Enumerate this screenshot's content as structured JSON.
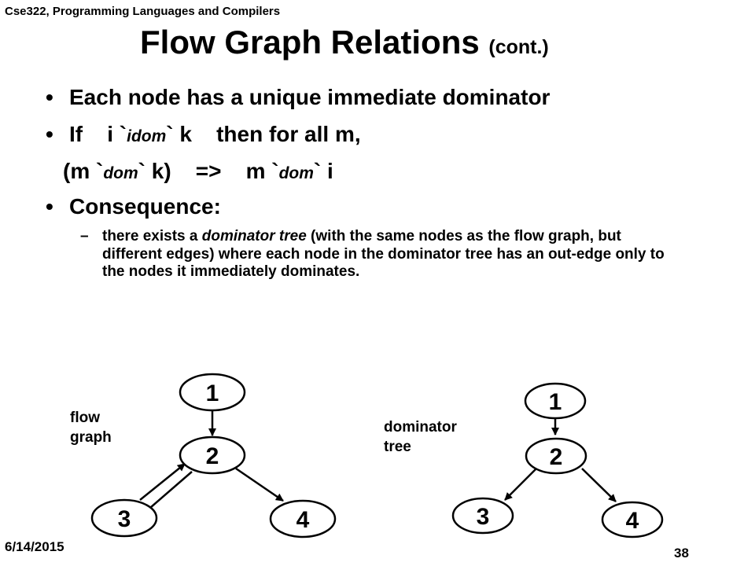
{
  "header": {
    "course": "Cse322, Programming Languages and Compilers"
  },
  "title": {
    "main": "Flow Graph Relations",
    "sub": "(cont.)"
  },
  "bullets": {
    "b1": "Each node has a unique  immediate dominator",
    "b2_prefix": "If    i `",
    "b2_rel": "idom",
    "b2_suffix": "` k    then for all m,",
    "b3_a": "(m `",
    "b3_rel1": "dom",
    "b3_b": "` k)    =>    m `",
    "b3_rel2": "dom",
    "b3_c": "` i",
    "b4": "Consequence:",
    "marker": "•",
    "sub_dash": "–",
    "sub_a": "there exists a ",
    "sub_italic": "dominator tree",
    "sub_b": "  (with the same nodes as the flow graph, but different edges) where each node in the dominator tree has an out-edge  only to the nodes it immediately dominates."
  },
  "flow_graph": {
    "label_line1": "flow",
    "label_line2": "graph",
    "nodes": [
      "1",
      "2",
      "3",
      "4"
    ]
  },
  "dominator_tree": {
    "label_line1": "dominator",
    "label_line2": "tree",
    "nodes": [
      "1",
      "2",
      "3",
      "4"
    ]
  },
  "footer": {
    "date": "6/14/2015",
    "page": "38"
  }
}
